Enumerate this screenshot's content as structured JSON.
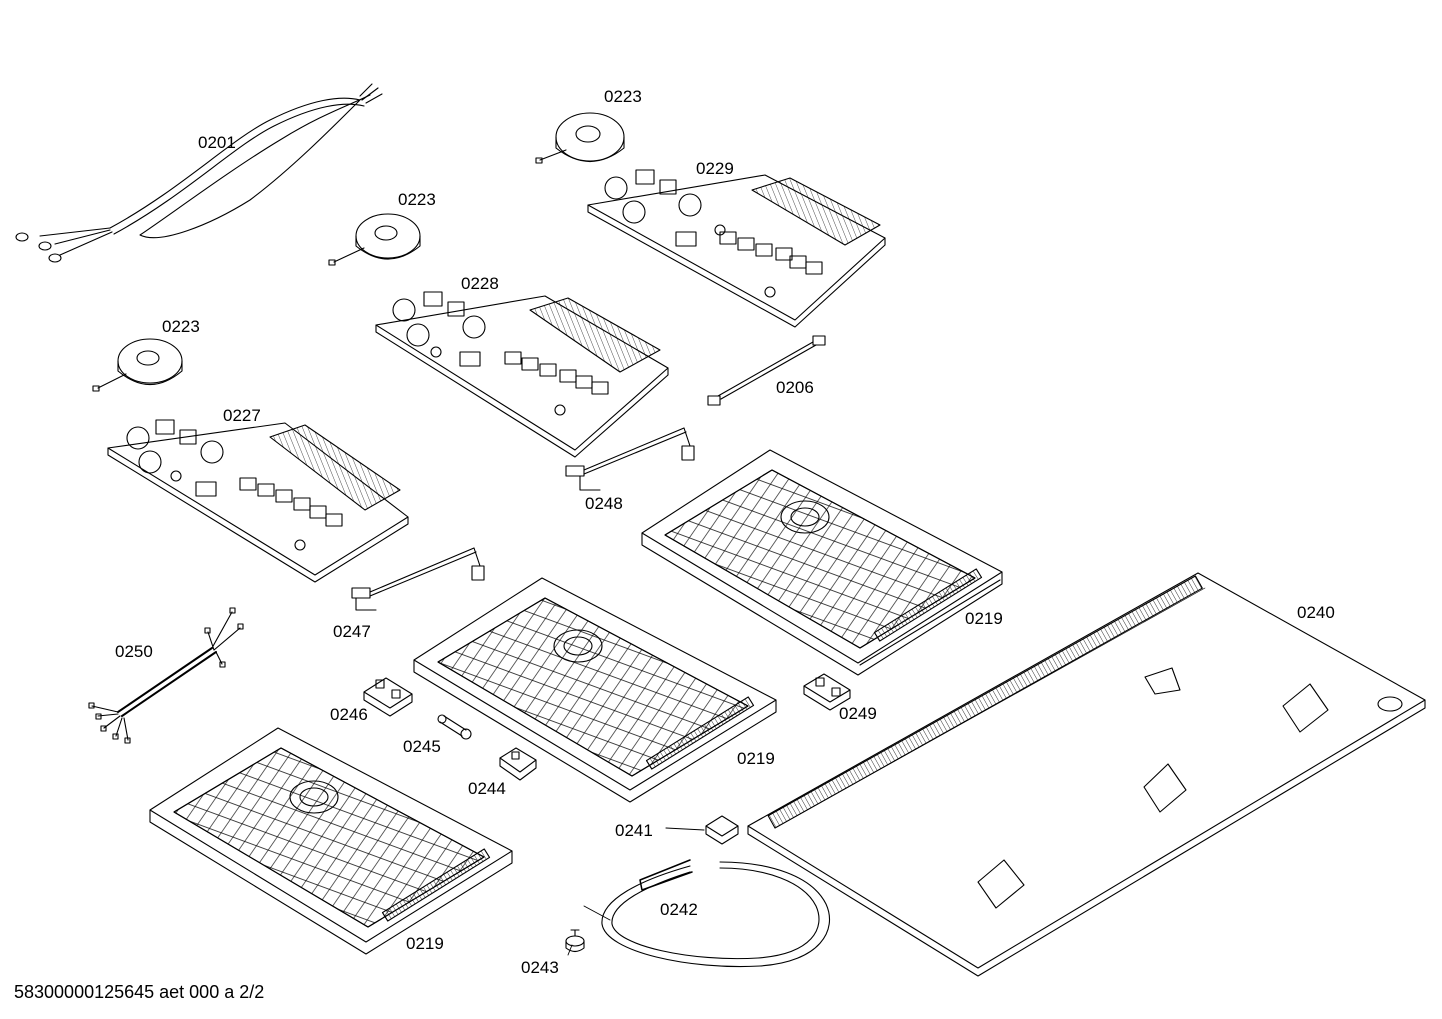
{
  "callouts": {
    "p0201": "0201",
    "p0223a": "0223",
    "p0223b": "0223",
    "p0223c": "0223",
    "p0229": "0229",
    "p0228": "0228",
    "p0227": "0227",
    "p0206": "0206",
    "p0248": "0248",
    "p0219a": "0219",
    "p0219b": "0219",
    "p0219c": "0219",
    "p0240": "0240",
    "p0247": "0247",
    "p0250": "0250",
    "p0246": "0246",
    "p0245": "0245",
    "p0244": "0244",
    "p0249": "0249",
    "p0241": "0241",
    "p0242": "0242",
    "p0243": "0243"
  },
  "footer": "58300000125645 aet 000 a 2/2",
  "colors": {
    "line": "#000000",
    "background": "#ffffff"
  }
}
